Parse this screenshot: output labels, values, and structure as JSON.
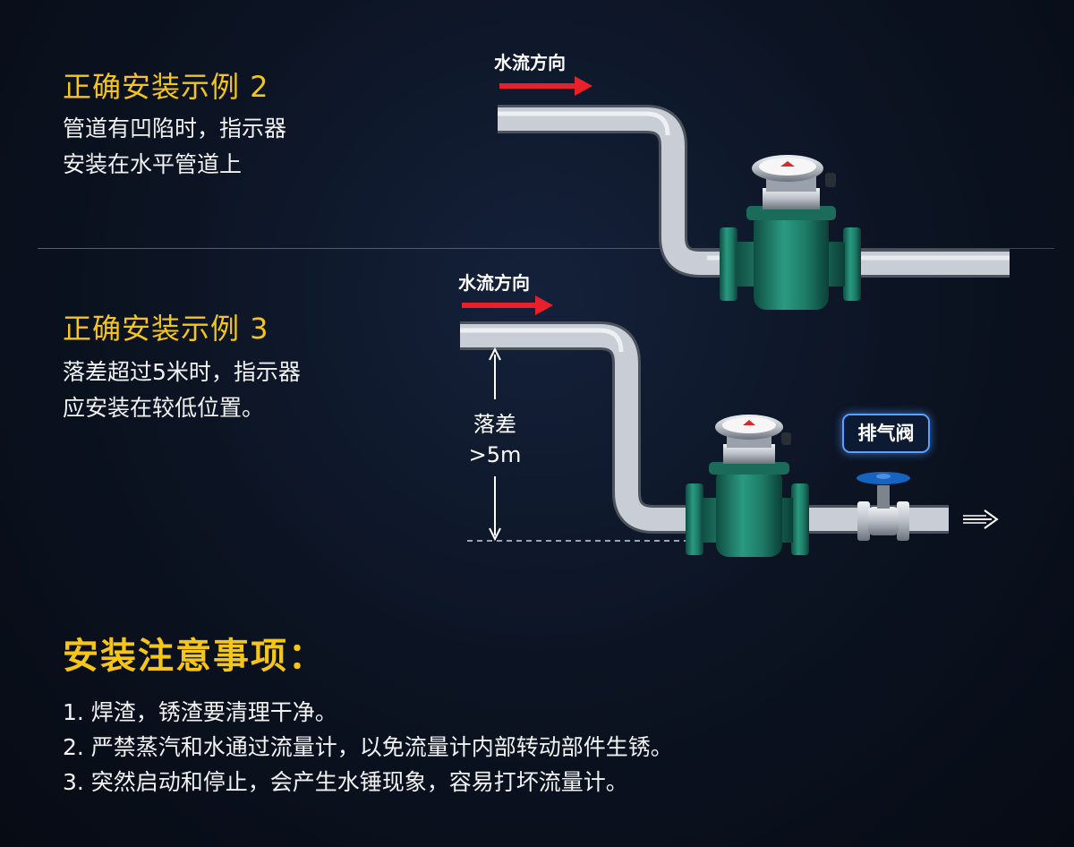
{
  "example2": {
    "title": "正确安装示例 2",
    "body": "管道有凹陷时，指示器\n安装在水平管道上",
    "flow_label": "水流方向"
  },
  "example3": {
    "title": "正确安装示例 3",
    "body": "落差超过5米时，指示器\n应安装在较低位置。",
    "flow_label": "水流方向",
    "drop_label_line1": "落差",
    "drop_label_line2": ">5m",
    "valve_label": "排气阀"
  },
  "notes": {
    "title": "安装注意事项：",
    "items": [
      "1. 焊渣，锈渣要清理干净。",
      "2. 严禁蒸汽和水通过流量计，以免流量计内部转动部件生锈。",
      "3. 突然启动和停止，会产生水锤现象，容易打坏流量计。"
    ]
  },
  "colors": {
    "accent_yellow": "#f5c518",
    "flow_arrow_red": "#e8202a",
    "meter_green": "#1f7a68",
    "valve_blue": "#1565c0",
    "pipe_silver": "#c9ced6"
  },
  "icons": [
    "flow-direction-arrow",
    "outflow-arrow-icon",
    "up-down-arrow"
  ]
}
